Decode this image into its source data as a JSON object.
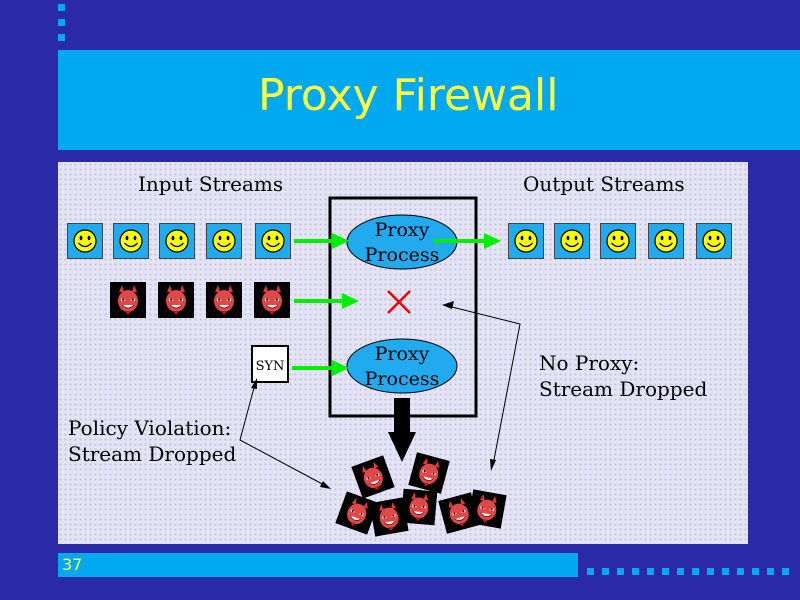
{
  "slide": {
    "title": "Proxy Firewall",
    "page_number": "37",
    "colors": {
      "background": "#2a2aa8",
      "accent": "#00a8f0",
      "title_text": "#ffff40",
      "arrow": "#00ee00",
      "drop_mark": "#ee0000",
      "process_fill": "#22aaee"
    }
  },
  "diagram": {
    "input_streams_label": "Input Streams",
    "output_streams_label": "Output Streams",
    "proxy_process_top": [
      "Proxy",
      "Process"
    ],
    "proxy_process_bottom": [
      "Proxy",
      "Process"
    ],
    "syn_label": "SYN",
    "no_proxy_label": [
      "No Proxy:",
      "Stream Dropped"
    ],
    "policy_violation_label": [
      "Policy Violation:",
      "Stream Dropped"
    ],
    "icons": {
      "good_packet": "smiley-face-icon",
      "bad_packet": "devil-face-icon",
      "dropped": "red-x-icon"
    }
  }
}
